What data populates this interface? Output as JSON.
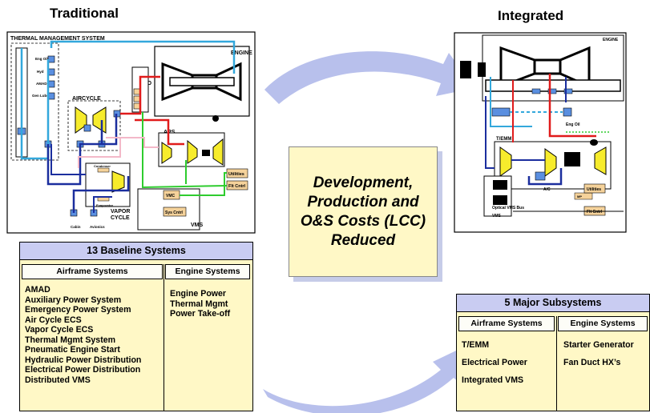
{
  "headings": {
    "traditional": "Traditional",
    "integrated": "Integrated"
  },
  "callout": {
    "text": "Development, Production and O&S Costs (LCC) Reduced"
  },
  "traditional_diagram": {
    "system_title": "THERMAL MANAGEMENT SYSTEM",
    "engine": "ENGINE",
    "amad": "AMAD",
    "aircycle": "AIRCYCLE",
    "aps": "APS",
    "vapor_cycle_1": "VAPOR",
    "vapor_cycle_2": "CYCLE",
    "vms": "VMS",
    "utilities": "Utilities",
    "flt_cntrl": "Flt Cntrl",
    "vmc": "VMC",
    "sys_cntrl": "Sys Cntrl",
    "eng_oil": "Eng Oil",
    "hydraulic": "Hyd",
    "amad_small": "AMAD",
    "gen_lube": "Gen Lube",
    "cabin": "Cabin",
    "avionics": "Avionics",
    "condenser": "Condenser",
    "evaporator": "Evaporator"
  },
  "integrated_diagram": {
    "engine": "ENGINE",
    "temm": "T/EMM",
    "eng_oil": "Eng Oil",
    "ac": "A/C",
    "utilities": "Utilities",
    "flt_cntrl": "Flt Cntrl",
    "optical_bus": "Optical VMS Bus",
    "vms": "VMS",
    "mp": "MP"
  },
  "baseline_table": {
    "title": "13 Baseline Systems",
    "col1_header": "Airframe Systems",
    "col2_header": "Engine Systems",
    "airframe": [
      "AMAD",
      "Auxiliary Power System",
      "Emergency Power System",
      "Air Cycle ECS",
      "Vapor Cycle ECS",
      "Thermal Mgmt System",
      "Pneumatic Engine Start",
      "Hydraulic Power Distribution",
      "Electrical Power Distribution",
      "Distributed VMS"
    ],
    "engine": [
      "Engine Power",
      "Thermal Mgmt",
      "Power Take-off"
    ]
  },
  "major_table": {
    "title": "5 Major Subsystems",
    "col1_header": "Airframe Systems",
    "col2_header": "Engine Systems",
    "airframe": [
      "T/EMM",
      "Electrical Power",
      "Integrated VMS"
    ],
    "engine": [
      "Starter Generator",
      "Fan Duct HX’s"
    ]
  },
  "colors": {
    "arrow": "#b8c0ec",
    "table_fill": "#fff8c6",
    "table_title": "#c9ccf2",
    "line_cyan": "#33a8dc",
    "line_navy": "#1b2e9e",
    "line_red": "#e01b1b",
    "line_green": "#2ecc2e",
    "line_pink": "#f3b8c8",
    "component_yellow": "#f7ec2c",
    "utility_box": "#f5d29a"
  }
}
